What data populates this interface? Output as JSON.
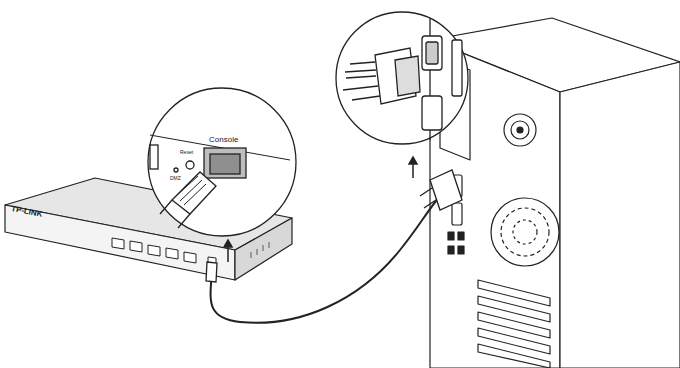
{
  "diagram": {
    "labels": [
      "TP-LINK",
      "Console",
      "Reset",
      "DMZ"
    ]
  }
}
